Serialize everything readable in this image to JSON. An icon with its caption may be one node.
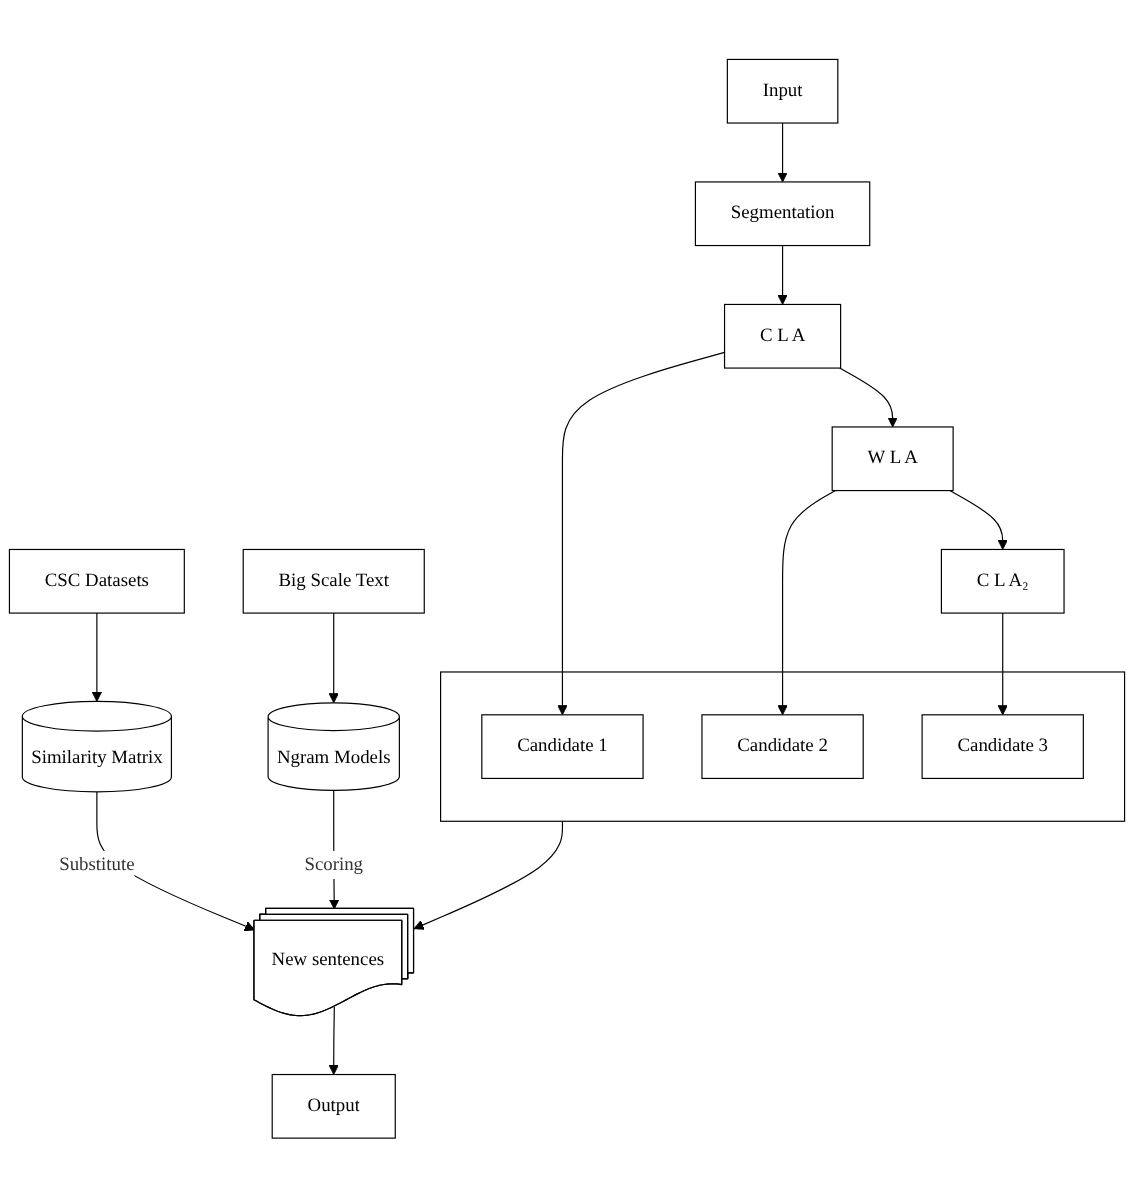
{
  "diagram": {
    "nodes": [
      {
        "text": [
          "Input"
        ]
      },
      {
        "text": [
          "Segmentation"
        ]
      },
      {
        "text": [
          "C L A"
        ]
      },
      {
        "text": [
          "W L A"
        ]
      },
      {
        "text": [
          "C L A₂"
        ]
      },
      {
        "text": [],
        "shape": "box"
      },
      {
        "text": [
          "Candidate 1"
        ],
        "in": 5
      },
      {
        "text": [
          "Candidate 2"
        ],
        "in": 5
      },
      {
        "text": [
          "Candidate 3"
        ],
        "in": 5
      },
      {
        "text": [
          "CSC Datasets"
        ]
      },
      {
        "text": [
          "Similarity Matrix"
        ]
      },
      {
        "text": [
          "New sentences"
        ]
      },
      {
        "text": [
          "Ngram Models"
        ]
      },
      {
        "text": [
          "Big Scale Text"
        ]
      },
      {
        "text": [
          "Output"
        ]
      }
    ],
    "edges": [
      {
        "from": 0,
        "to": 1,
        "arrow": "to"
      },
      {
        "from": 1,
        "to": 2,
        "arrow": "to"
      },
      {
        "from": 2,
        "to": 3,
        "arrow": "to"
      },
      {
        "from": 3,
        "to": 4,
        "arrow": "to"
      },
      {
        "from": 2,
        "to": 6,
        "arrow": "to"
      },
      {
        "from": 3,
        "to": 7,
        "arrow": "to"
      },
      {
        "from": 4,
        "to": 8,
        "arrow": "to"
      },
      {
        "from": 5,
        "to": 11,
        "arrow": "to"
      },
      {
        "from": 9,
        "to": 10,
        "arrow": "to"
      },
      {
        "from": 10,
        "to": 11,
        "arrow": "to",
        "label": "Substitute"
      },
      {
        "from": 12,
        "to": 11,
        "arrow": "to",
        "label": "Scoring"
      },
      {
        "from": 13,
        "to": 12,
        "arrow": "to"
      },
      {
        "from": 11,
        "to": 14,
        "arrow": "to"
      }
    ]
  }
}
